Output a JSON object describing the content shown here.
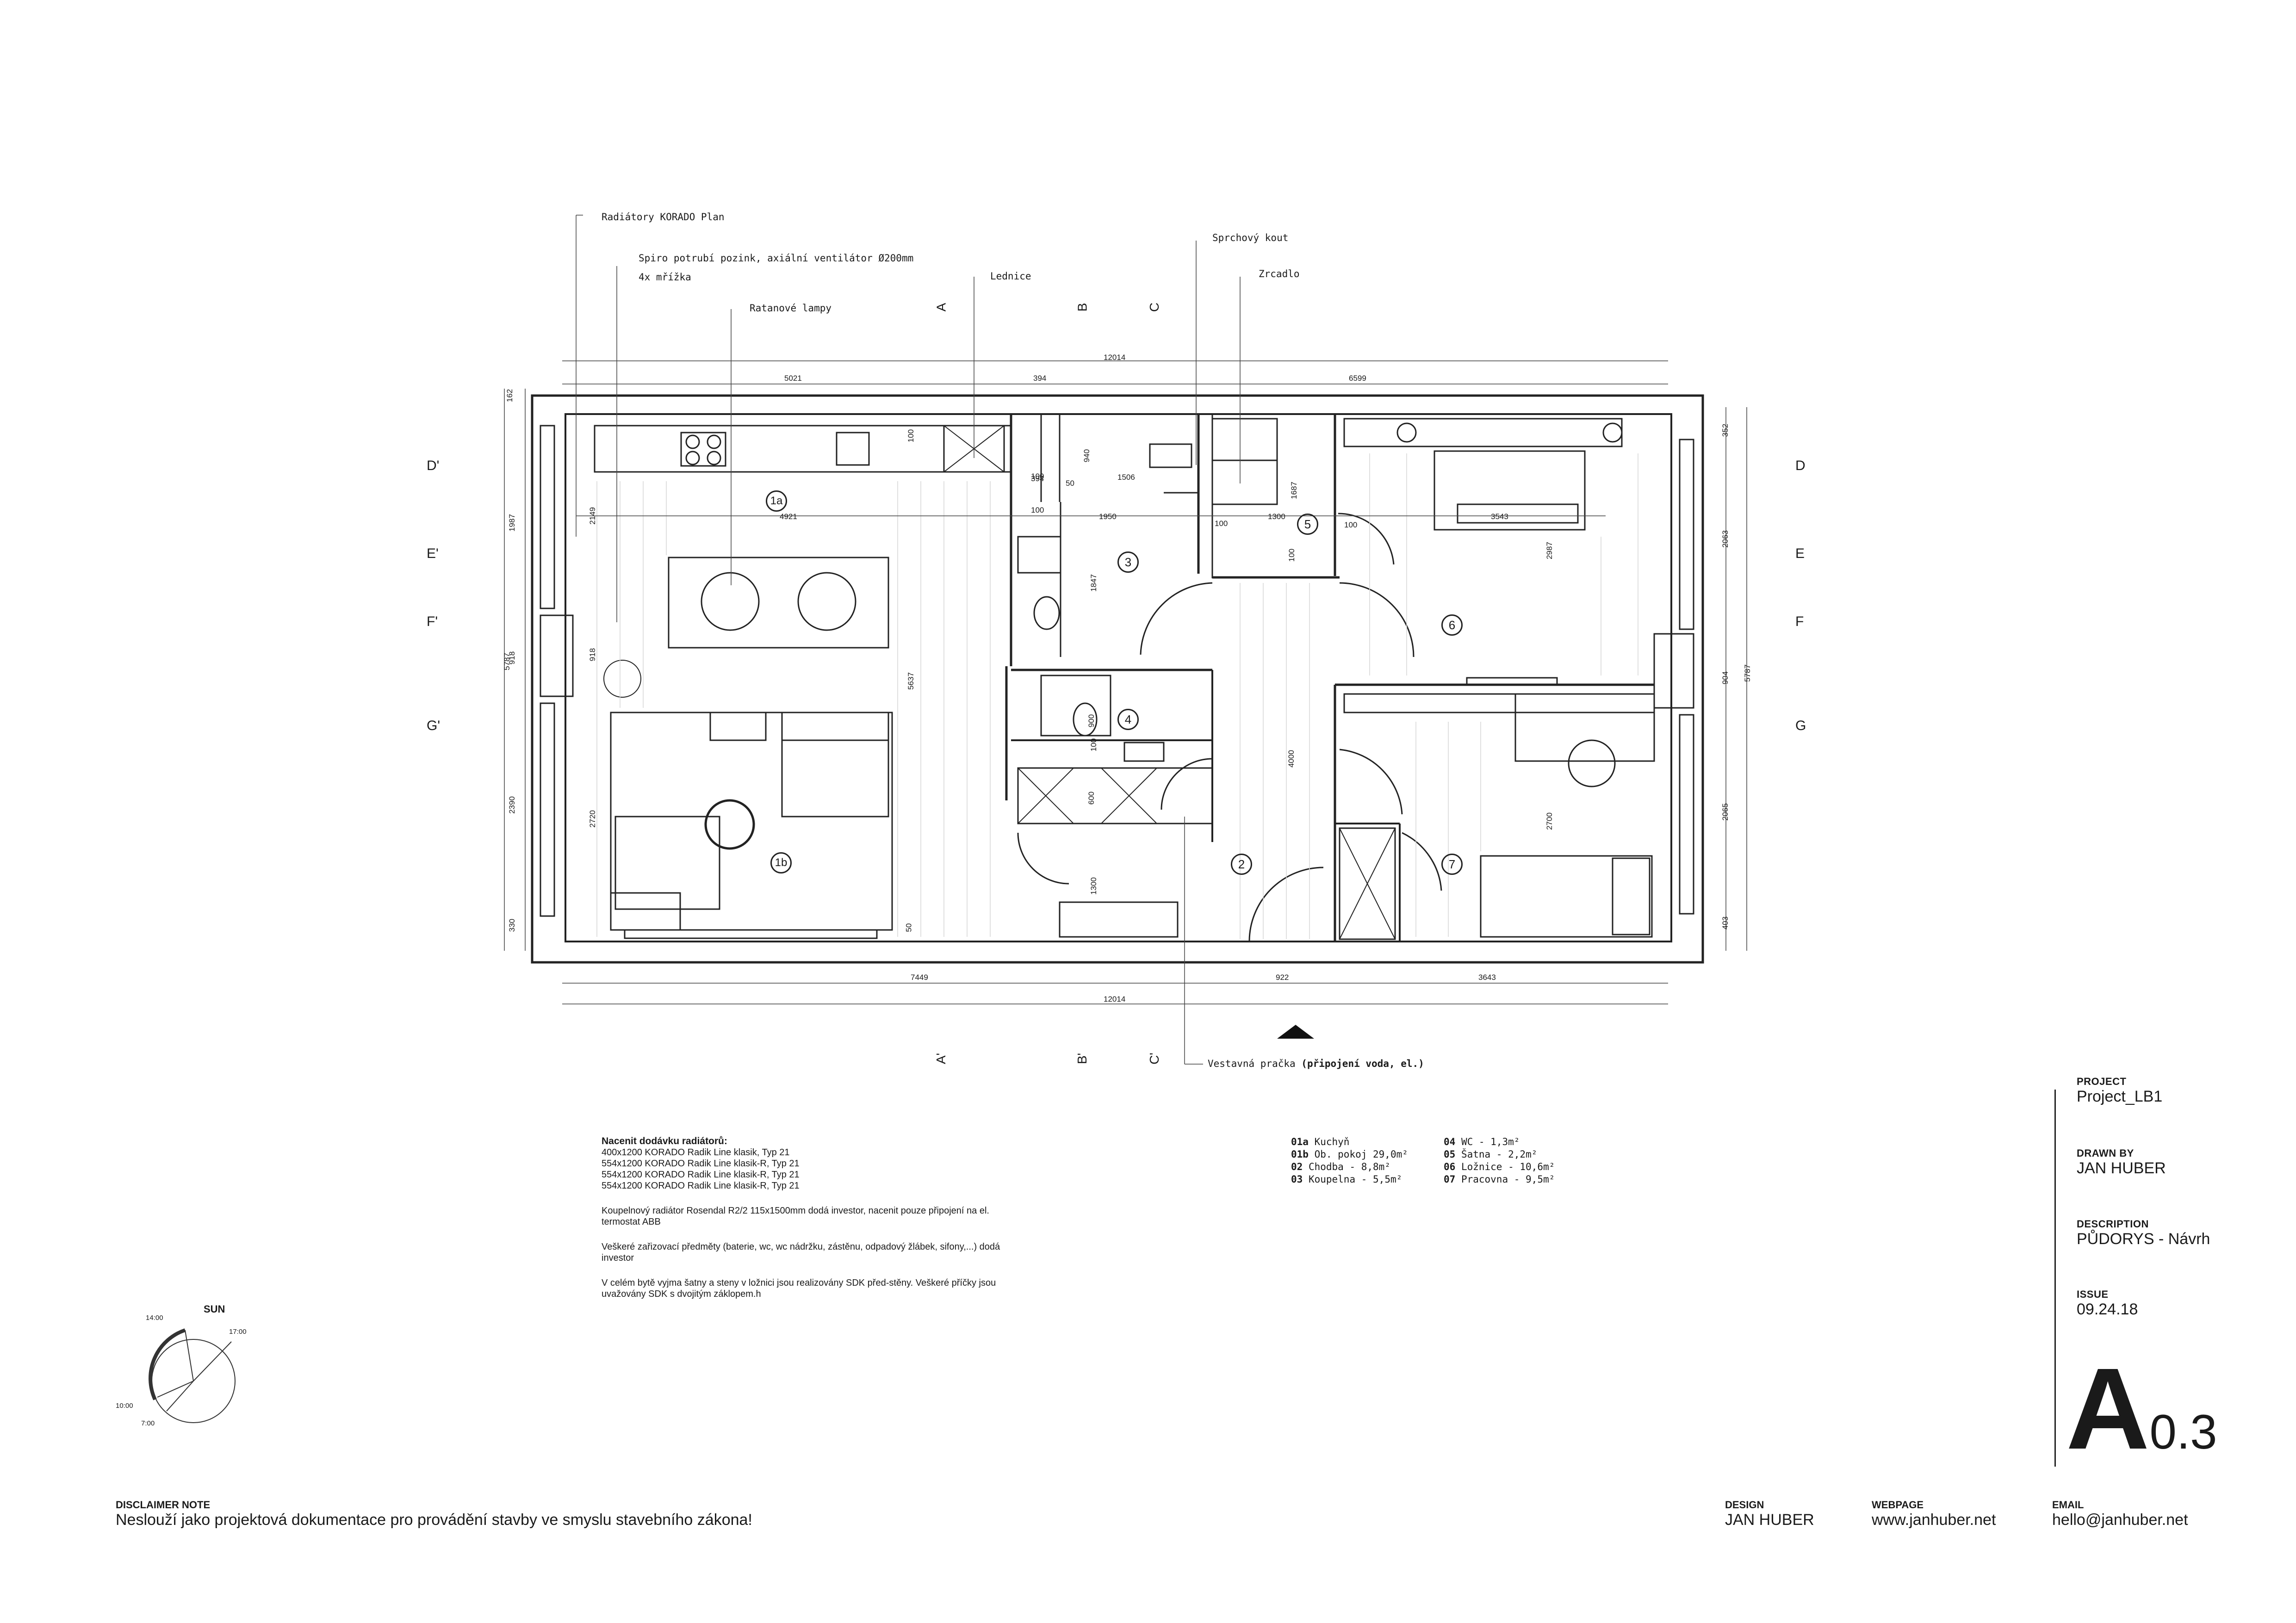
{
  "plan": {
    "annotations": {
      "radiators": "Radiátory KORADO Plan",
      "spiro_line1": "Spiro potrubí pozink, axiální ventilátor Ø200mm",
      "spiro_line2": "4x mřížka",
      "lamps": "Ratanové lampy",
      "fridge": "Lednice",
      "shower": "Sprchový kout",
      "mirror": "Zrcadlo",
      "washer_prefix": "Vestavná pračka ",
      "washer_bold": "(připojení voda, el.)"
    },
    "sections_top": [
      "A",
      "B",
      "C"
    ],
    "sections_bottom": [
      "A'",
      "B'",
      "C'"
    ],
    "sections_left": [
      "D'",
      "E'",
      "F'",
      "G'"
    ],
    "sections_right": [
      "D",
      "E",
      "F",
      "G"
    ],
    "dims_top": {
      "total": "12014",
      "a": "5021",
      "b": "394",
      "c": "6599"
    },
    "dims_bottom": {
      "total": "12014",
      "a": "7449",
      "b": "922",
      "c": "3643"
    },
    "dims_left": {
      "total": "5787",
      "a": "162",
      "b": "1987",
      "c": "918",
      "d": "2390",
      "e": "330"
    },
    "dims_right": {
      "total": "5787",
      "a": "352",
      "b": "2063",
      "c": "904",
      "d": "2065",
      "e": "403"
    },
    "dims_inner": {
      "d100a": "100",
      "d394": "394",
      "d50": "50",
      "d1506": "1506",
      "d940": "940",
      "d4921": "4921",
      "d1950": "1950",
      "d1300": "1300",
      "d100b": "100",
      "d1687": "1687",
      "d100c": "100",
      "d3543": "3543",
      "d2149": "2149",
      "d918": "918",
      "d5637": "5637",
      "d1847": "1847",
      "d900": "900",
      "d100d": "100",
      "d4000": "4000",
      "d2987": "2987",
      "d600": "600",
      "d2720": "2720",
      "d1300b": "1300",
      "d50b": "50",
      "d2700": "2700",
      "d100e": "100",
      "d100f": "100",
      "d100g": "100"
    },
    "room_tags": [
      "1a",
      "1b",
      "2",
      "3",
      "4",
      "5",
      "6",
      "7"
    ]
  },
  "notes": {
    "heading": "Nacenit dodávku radiátorů:",
    "radiators": [
      "400x1200 KORADO Radik Line klasik, Typ 21",
      "554x1200 KORADO Radik Line klasik-R, Typ 21",
      "554x1200 KORADO Radik Line klasik-R, Typ 21",
      "554x1200 KORADO Radik Line klasik-R, Typ 21"
    ],
    "para1": [
      "Koupelnový radiátor Rosendal R2/2 115x1500mm dodá investor, nacenit pouze připojení na el.",
      "termostat ABB"
    ],
    "para2": [
      "Veškeré zařizovací předměty (baterie, wc, wc nádržku, zástěnu, odpadový žlábek, sifony,...) dodá",
      "investor"
    ],
    "para3": [
      "V celém bytě vyjma šatny a steny v ložnici jsou realizovány SDK před-stěny.  Veškeré příčky jsou",
      "uvažovány SDK s dvojitým záklopem.h"
    ]
  },
  "legend": {
    "left": [
      {
        "code": "01a",
        "text": "Kuchyň"
      },
      {
        "code": "01b",
        "text": "Ob. pokoj 29,0m²"
      },
      {
        "code": "02",
        "text": "Chodba - 8,8m²"
      },
      {
        "code": "03",
        "text": "Koupelna - 5,5m²"
      }
    ],
    "right": [
      {
        "code": "04",
        "text": "WC - 1,3m²"
      },
      {
        "code": "05",
        "text": "Šatna - 2,2m²"
      },
      {
        "code": "06",
        "text": "Ložnice - 10,6m²"
      },
      {
        "code": "07",
        "text": "Pracovna - 9,5m²"
      }
    ]
  },
  "sun": {
    "title": "SUN",
    "t1": "14:00",
    "t2": "17:00",
    "t3": "10:00",
    "t4": "7:00"
  },
  "sidebar": {
    "project_label": "PROJECT",
    "project_value": "Project_LB1",
    "drawn_label": "DRAWN BY",
    "drawn_value": "JAN HUBER",
    "desc_label": "DESCRIPTION",
    "desc_value": "PŮDORYS - Návrh",
    "issue_label": "ISSUE",
    "issue_value": "09.24.18",
    "sheet_letter": "A",
    "sheet_number": "0.3"
  },
  "footer": {
    "disclaimer_label": "DISCLAIMER NOTE",
    "disclaimer_text": "Neslouží jako projektová dokumentace pro provádění stavby ve smyslu stavebního zákona!",
    "design_label": "DESIGN",
    "design_value": "JAN HUBER",
    "webpage_label": "WEBPAGE",
    "webpage_value": "www.janhuber.net",
    "email_label": "EMAIL",
    "email_value": "hello@janhuber.net"
  }
}
